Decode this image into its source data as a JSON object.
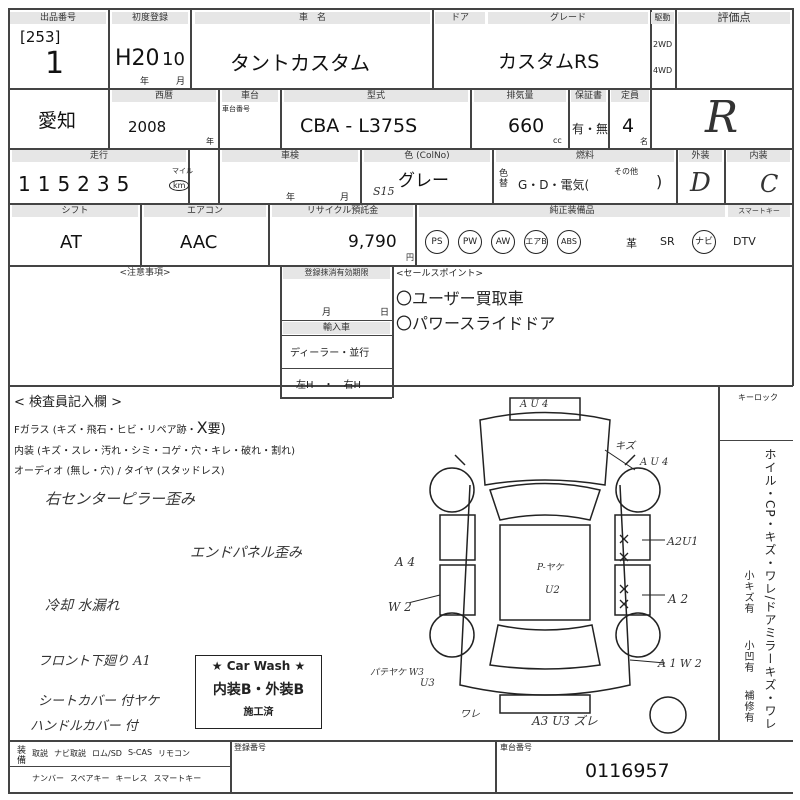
{
  "header": {
    "lot_label": "出品番号",
    "first_reg_label": "初度登録",
    "car_name_label": "車　名",
    "door_label": "ドア",
    "grade_label": "グレード",
    "drive_label": "駆動",
    "score_label": "評価点",
    "lot_prefix": "[253]",
    "lot_number": "1",
    "era_year": "H20",
    "month": "10",
    "year_unit": "年",
    "month_unit": "月",
    "car_name": "タントカスタム",
    "grade": "カスタムRS",
    "drive_2wd": "2WD",
    "drive_4wd": "4WD",
    "score": "R"
  },
  "row2": {
    "prefecture": "愛知",
    "western_label": "西暦",
    "vehicle_id_label": "車台",
    "vehicle_id_sub": "車台番号",
    "model_label": "型式",
    "displacement_label": "排気量",
    "warranty_label": "保証書",
    "capacity_label": "定員",
    "year": "2008",
    "year_unit": "年",
    "model_code": "CBA - L375S",
    "displacement": "660",
    "cc": "cc",
    "warranty": "有・無",
    "capacity": "4",
    "capacity_unit": "名"
  },
  "row3": {
    "mileage_label": "走行",
    "inspection_label": "車検",
    "color_label": "色 (ColNo)",
    "fuel_label": "燃料",
    "exterior_label": "外装",
    "interior_label": "内装",
    "mileage": "115235",
    "mile_unit": "マイル",
    "km_unit": "km",
    "year_unit": "年",
    "month_unit": "月",
    "color_label_vertical": "色替",
    "color": "グレー",
    "color_code": "S15",
    "fuel": "G・D・電気(",
    "fuel_other": "その他",
    "fuel_close": ")",
    "exterior_grade": "D",
    "interior_grade": "C"
  },
  "row4": {
    "shift_label": "シフト",
    "ac_label": "エアコン",
    "recycle_label": "リサイクル預託金",
    "options_label": "純正装備品",
    "smart_key_label": "スマートキー",
    "shift": "AT",
    "ac": "AAC",
    "recycle_fee": "9,790",
    "yen": "円",
    "options": [
      "PS",
      "PW",
      "AW",
      "エアB",
      "ABS"
    ],
    "options_plain": [
      "革",
      "SR",
      "ナビ",
      "DTV"
    ]
  },
  "notes": {
    "caution_label": "<注意事項>",
    "expiry_label": "登録抹消有効期限",
    "month_unit": "月",
    "day_unit": "日",
    "import_label": "輸入車",
    "import_type": "ディーラー・並行",
    "steering": "左H　・　右H",
    "sales_points_label": "<セールスポイント>",
    "sales_points": [
      "〇ユーザー買取車",
      "〇パワースライドドア"
    ]
  },
  "inspection": {
    "title": "< 検査員記入欄 >",
    "glass": "Fガラス (キズ・飛石・ヒビ・リペア跡・",
    "glass_mark": "X",
    "glass_end": "要)",
    "interior": "内装 (キズ・スレ・汚れ・シミ・コゲ・穴・キレ・破れ・割れ)",
    "audio": "オーディオ (無し・穴) / タイヤ (スタッドレス)",
    "notes_hand": [
      "右センターピラー歪み",
      "エンドパネル歪み",
      "冷却 水漏れ",
      "フロント下廻り A1",
      "シートカバー 付ヤケ",
      "ハンドルカバー 付"
    ],
    "car_wash_title": "★ Car Wash ★",
    "car_wash_body": "内装B・外装B",
    "car_wash_done": "施工済",
    "key_lock_label": "キーロック",
    "side_vertical": "ホイル・CP・キズ・ワレ/ドアミラーキズ・ワレ",
    "side_small": "小キズ有",
    "side_small2": "小凹有",
    "side_repair": "補修有"
  },
  "diagram_marks": {
    "top": "A U 4",
    "cut": "キズ",
    "fr_right": "A U 4",
    "a2u1": "A2U1",
    "left": "A 4",
    "w2": "W 2",
    "roof": "P-ヤケ",
    "u2": "U2",
    "a2": "A 2",
    "rear_left": "パテヤケ W3",
    "rear_left2": "U3",
    "a1w2": "A 1 W 2",
    "wa": "ワレ",
    "bottom": "A3 U3 ズレ"
  },
  "footer": {
    "equipment_label": "装備",
    "items_row1": [
      "取説",
      "ナビ取説",
      "ロム/SD",
      "S-CAS",
      "リモコン"
    ],
    "items_row2": [
      "ナンバー",
      "スペアキー",
      "キーレス",
      "スマートキー"
    ],
    "reg_label": "登録番号",
    "chassis_label": "車台番号",
    "chassis_number": "0116957"
  }
}
